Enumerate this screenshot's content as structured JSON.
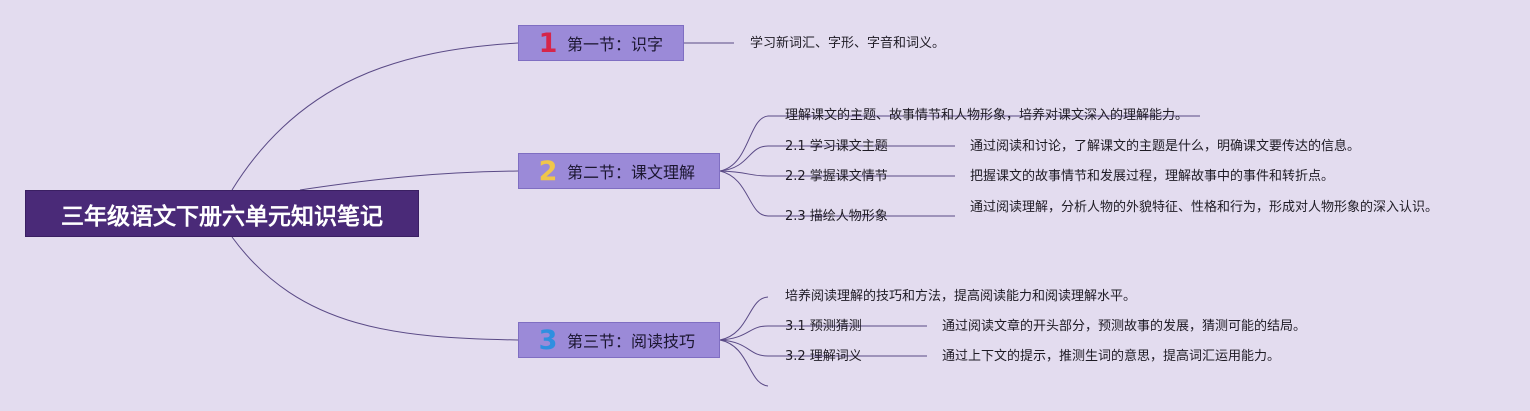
{
  "root": {
    "title": "三年级语文下册六单元知识笔记"
  },
  "sections": [
    {
      "number": "1",
      "label": "第一节：识字",
      "detail": "学习新词汇、字形、字音和词义。"
    },
    {
      "number": "2",
      "label": "第二节：课文理解",
      "summary": "理解课文的主题、故事情节和人物形象，培养对课文深入的理解能力。",
      "items": [
        {
          "label": "2.1 学习课文主题",
          "detail": "通过阅读和讨论，了解课文的主题是什么，明确课文要传达的信息。"
        },
        {
          "label": "2.2 掌握课文情节",
          "detail": "把握课文的故事情节和发展过程，理解故事中的事件和转折点。"
        },
        {
          "label": "2.3 描绘人物形象",
          "detail": "通过阅读理解，分析人物的外貌特征、性格和行为，形成对人物形象的深入认识。"
        }
      ]
    },
    {
      "number": "3",
      "label": "第三节：阅读技巧",
      "summary": "培养阅读理解的技巧和方法，提高阅读能力和阅读理解水平。",
      "items": [
        {
          "label": "3.1 预测猜测",
          "detail": "通过阅读文章的开头部分，预测故事的发展，猜测可能的结局。"
        },
        {
          "label": "3.2 理解词义",
          "detail": "通过上下文的提示，推测生词的意思，提高词汇运用能力。"
        }
      ]
    }
  ],
  "colors": {
    "background": "#e3dcef",
    "root": "#4a2a78",
    "section": "#9b8ad8",
    "line": "#5a4a86",
    "num1": "#d6254a",
    "num2": "#f0c64a",
    "num3": "#2f8fe0"
  }
}
